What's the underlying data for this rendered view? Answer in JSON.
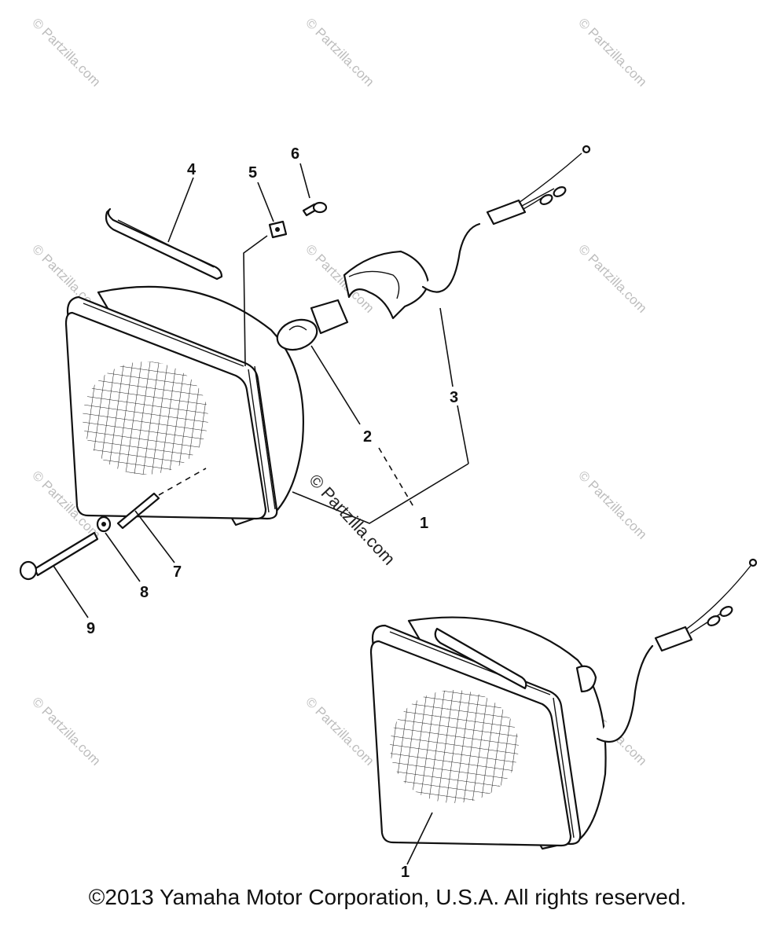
{
  "diagram": {
    "callouts": {
      "c1a": "1",
      "c1b": "1",
      "c2": "2",
      "c3": "3",
      "c4": "4",
      "c5": "5",
      "c6": "6",
      "c7": "7",
      "c8": "8",
      "c9": "9"
    },
    "watermark_text": "© Partzilla.com",
    "center_watermark_text": "© Partzilla.com"
  },
  "footer": {
    "copyright": "©2013  Yamaha Motor Corporation, U.S.A. All rights reserved."
  }
}
